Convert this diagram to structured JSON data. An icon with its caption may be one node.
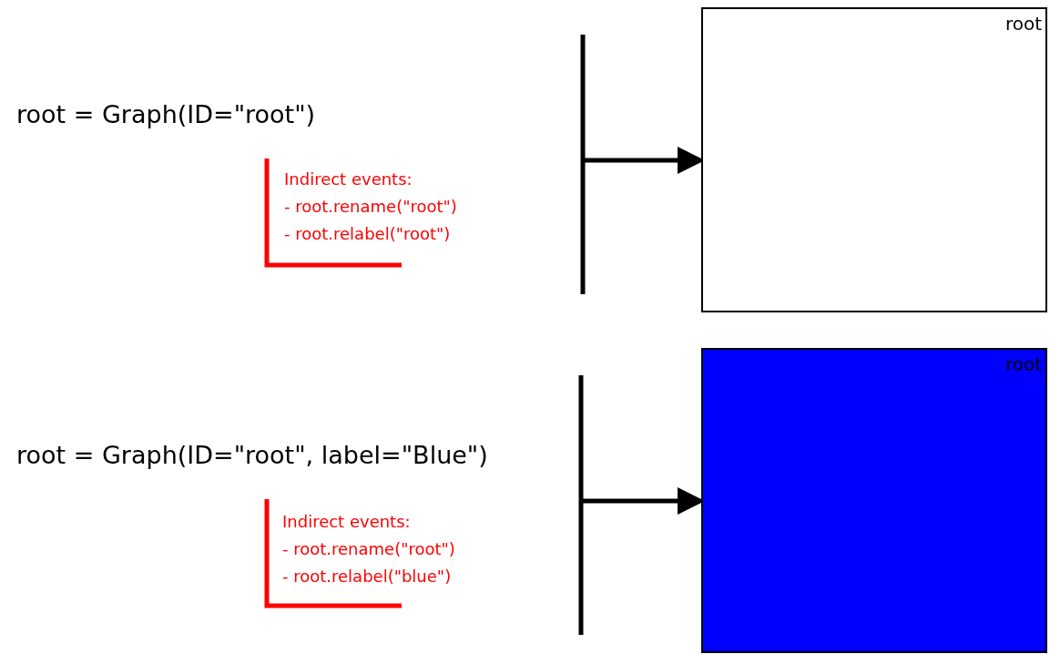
{
  "diagram": {
    "nodes": [
      {
        "text": [
          "root"
        ]
      },
      {
        "text": [
          "root"
        ]
      }
    ],
    "edges": [
      {
        "from": null,
        "to": 0,
        "arrow": "to"
      },
      {
        "from": null,
        "to": 1,
        "arrow": "to"
      }
    ],
    "labels": [
      "root = Graph(ID=\"root\")",
      "Indirect events:",
      "- root.rename(\"root\")",
      "- root.relabel(\"root\")",
      "root = Graph(ID=\"root\", label=\"Blue\")",
      "Indirect events:",
      "- root.rename(\"root\")",
      "- root.relabel(\"blue\")"
    ]
  }
}
